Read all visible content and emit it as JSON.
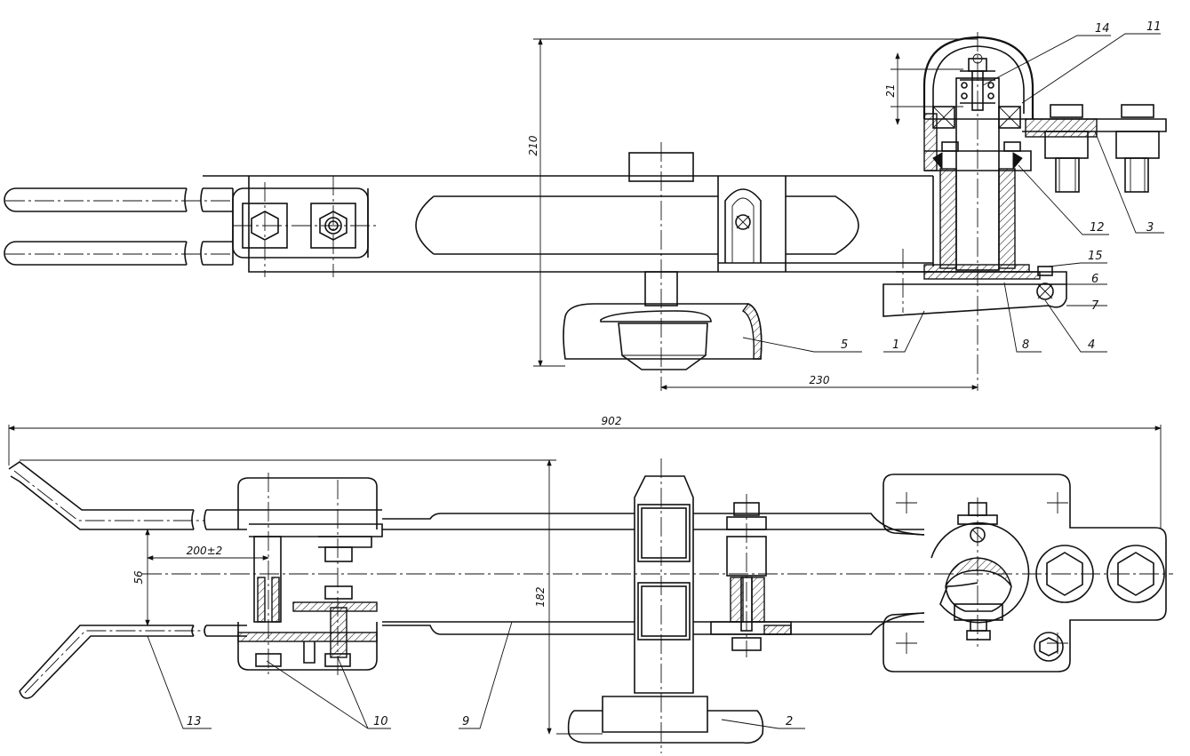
{
  "dimensions": {
    "height_top": "210",
    "offset": "230",
    "spring": "21",
    "overall_length": "902",
    "rod_spacing": "200±2",
    "rod_gap": "56",
    "width_plan": "182"
  },
  "callouts": {
    "n1": "1",
    "n2": "2",
    "n3": "3",
    "n4": "4",
    "n5": "5",
    "n6": "6",
    "n7": "7",
    "n8": "8",
    "n9": "9",
    "n10": "10",
    "n11": "11",
    "n12": "12",
    "n13": "13",
    "n14": "14",
    "n15": "15"
  }
}
